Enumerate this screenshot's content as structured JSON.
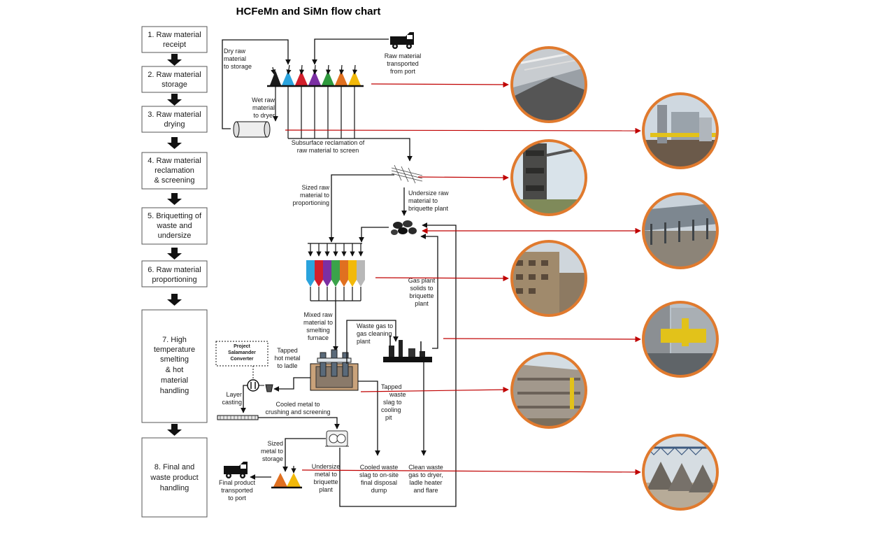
{
  "title": "HCFeMn and SiMn flow chart",
  "steps": [
    {
      "label": [
        "1. Raw material",
        "receipt"
      ]
    },
    {
      "label": [
        "2. Raw material",
        "storage"
      ]
    },
    {
      "label": [
        "3. Raw material",
        "drying"
      ]
    },
    {
      "label": [
        "4. Raw material",
        "reclamation",
        "& screening"
      ]
    },
    {
      "label": [
        "5. Briquetting of",
        "waste and",
        "undersize"
      ]
    },
    {
      "label": [
        "6. Raw material",
        "proportioning"
      ]
    },
    {
      "label": [
        "7. High",
        "temperature",
        "smelting",
        "& hot",
        "material",
        "handling"
      ]
    },
    {
      "label": [
        "8. Final and",
        "waste product",
        "handling"
      ]
    }
  ],
  "labels": {
    "dry_raw": [
      "Dry raw",
      "material",
      "to storage"
    ],
    "raw_transported": [
      "Raw material",
      "transported",
      "from port"
    ],
    "wet_raw": [
      "Wet raw",
      "material",
      "to dryer"
    ],
    "subsurface": [
      "Subsurface reclamation of",
      "raw material to screen"
    ],
    "sized_raw": [
      "Sized raw",
      "material to",
      "proportioning"
    ],
    "undersize_raw": [
      "Undersize raw",
      "material to",
      "briquette plant"
    ],
    "gas_plant": [
      "Gas plant",
      "solids to",
      "briquette",
      "plant"
    ],
    "mixed_raw": [
      "Mixed raw",
      "material to",
      "smelting",
      "furnace"
    ],
    "waste_gas": [
      "Waste gas to",
      "gas cleaning",
      "plant"
    ],
    "project_salamander": [
      "Project",
      "Salamander",
      "Converter"
    ],
    "tapped_hot": [
      "Tapped",
      "hot metal",
      "to ladle"
    ],
    "tapped_slag": [
      "Tapped",
      "waste",
      "slag to",
      "cooling",
      "pit"
    ],
    "layer_casting": [
      "Layer",
      "casting"
    ],
    "cooled_metal": [
      "Cooled metal to",
      "crushing and screening"
    ],
    "sized_metal": [
      "Sized",
      "metal to",
      "storage"
    ],
    "undersize_metal": [
      "Undersize",
      "metal to",
      "briquette",
      "plant"
    ],
    "cooled_slag": [
      "Cooled waste",
      "slag to on-site",
      "final disposal",
      "dump"
    ],
    "clean_gas": [
      "Clean waste",
      "gas to dryer,",
      "ladle heater",
      "and flare"
    ],
    "final_product": [
      "Final product",
      "transported",
      "to port"
    ]
  },
  "colors": {
    "bins": [
      "#2aa3dd",
      "#1fa0dc",
      "#d21f2b",
      "#7b2fa3",
      "#2f9a3d",
      "#e07020",
      "#f2b90a"
    ],
    "silos": [
      "#2aa3dd",
      "#d21f2b",
      "#7b2fa3",
      "#3aa34a",
      "#e07020",
      "#f2b90a",
      "#b8b8b8"
    ],
    "product_bins": [
      "#e07020",
      "#f2b90a"
    ],
    "arrow_red": "#c00000",
    "photo_ring": "#e07a2e"
  },
  "icons": [
    "truck-icon",
    "dryer-icon",
    "screen-icon",
    "briquette-icon",
    "silo-icon",
    "furnace-icon",
    "gas-plant-icon",
    "converter-icon",
    "ladle-icon",
    "crusher-icon",
    "casting-bed-icon"
  ]
}
